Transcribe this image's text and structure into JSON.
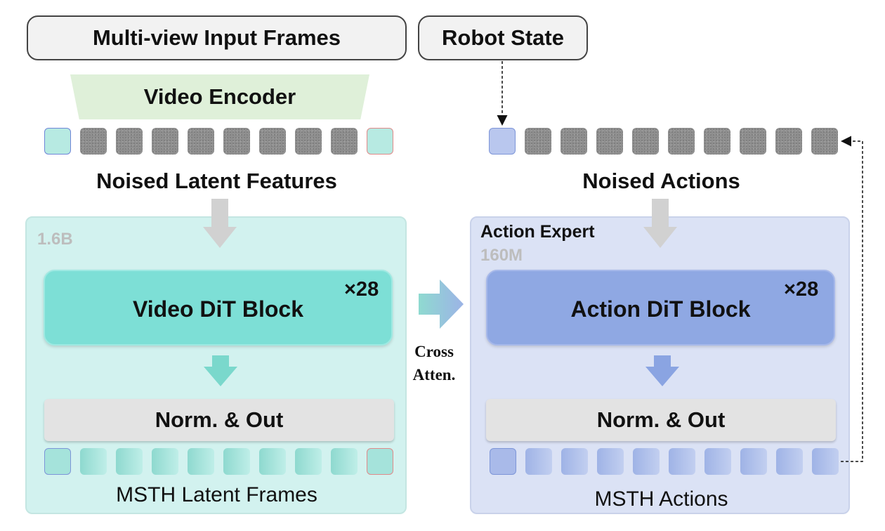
{
  "inputs": {
    "frames_label": "Multi-view Input Frames",
    "robot_state_label": "Robot State"
  },
  "encoder": {
    "label": "Video Encoder"
  },
  "left": {
    "noised_label": "Noised Latent Features",
    "size_tag": "1.6B",
    "block_label": "Video DiT Block",
    "repeat": "×28",
    "norm_label": "Norm. & Out",
    "output_label": "MSTH Latent Frames"
  },
  "right": {
    "noised_label": "Noised Actions",
    "expert_label": "Action Expert",
    "size_tag": "160M",
    "block_label": "Action DiT Block",
    "repeat": "×28",
    "norm_label": "Norm. & Out",
    "output_label": "MSTH Actions"
  },
  "cross_attention": {
    "line1": "Cross",
    "line2": "Atten."
  },
  "colors": {
    "video_block": "#7ddfd6",
    "action_block": "#8fa8e3",
    "left_panel": "#d2f2ef",
    "right_panel": "#dbe2f5",
    "encoder": "#dff0d9"
  }
}
